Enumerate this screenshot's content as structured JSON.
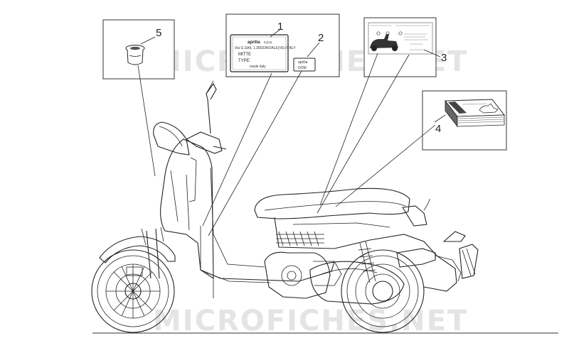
{
  "watermark": "MICROFICHES.NET",
  "callouts": [
    "1",
    "2",
    "3",
    "4",
    "5"
  ],
  "plate_1": {
    "brand": "aprilia",
    "suffix": "s.p.a.",
    "address": "Via G.SAIL 1,30033NOALE(VE)-ITALY",
    "line1": "MITTE",
    "line2": "TYPE:",
    "footer": "made italy"
  },
  "plate_2": {
    "brand": "aprilia",
    "line": "DOM"
  },
  "icons": {
    "plate": "id-plate-icon",
    "sticker": "warning-sticker-icon",
    "manual": "owner-manual-icon",
    "cap": "rubber-cap-icon",
    "scooter": "scooter-drawing"
  }
}
